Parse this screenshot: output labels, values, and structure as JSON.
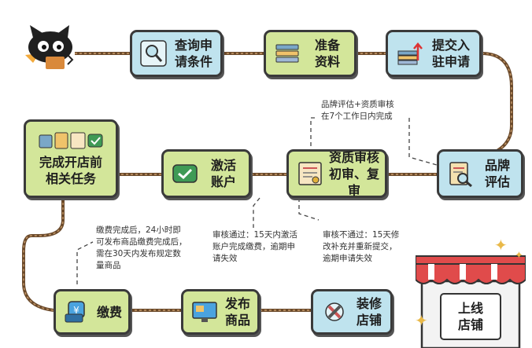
{
  "steps": {
    "query": "查询申\n请条件",
    "prepare": "准备\n资料",
    "submit": "提交入\n驻申请",
    "brand_eval": "品牌\n评估",
    "review": "资质审核\n初审、复审",
    "activate": "激活\n账户",
    "prelaunch": "完成开店前\n相关任务",
    "pay": "缴费",
    "publish": "发布\n商品",
    "decorate": "装修\n店铺",
    "launch": "上线\n店铺"
  },
  "notes": {
    "brand_review": "品牌评估+资质审核\n在7个工作日内完成",
    "pass": "审核通过：15天内激活\n账户完成缴费，逾期申\n请失效",
    "fail": "审核不通过：15天修\n改补充并重新提交，\n逾期申请失效",
    "after_payment": "缴费完成后，24小时即\n可发布商品缴费完成后，\n需在30天内发布规定数\n量商品"
  },
  "icons": {
    "query": "magnifier-icon",
    "prepare": "document-stack-icon",
    "submit": "upload-stack-icon",
    "brand_eval": "clipboard-magnifier-icon",
    "review": "certificate-icon",
    "activate": "checkmark-icon",
    "prelaunch": "task-list-icon",
    "pay": "payment-card-icon",
    "publish": "monitor-icon",
    "decorate": "tools-icon",
    "launch": "storefront-icon",
    "mascot": "tmall-cat-mascot"
  },
  "colors": {
    "card_blue": "#bfe3ee",
    "card_green": "#d3e69a",
    "rope": "#6b4a2b",
    "awning_red": "#e04b4b"
  }
}
